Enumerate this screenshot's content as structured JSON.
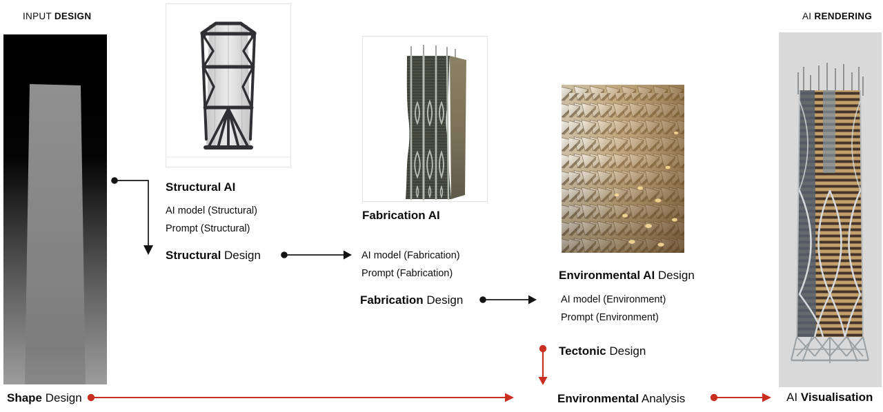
{
  "colors": {
    "arrow_black": "#141414",
    "arrow_red": "#c92f20",
    "text": "#0c0c0c",
    "panel_border": "#e3e3e3",
    "render_bg": "#d9d9d9"
  },
  "header": {
    "input": {
      "regular": "INPUT",
      "bold": "DESIGN"
    },
    "rendering": {
      "regular": "AI",
      "bold": "RENDERING"
    }
  },
  "stages": {
    "shape": {
      "label_bold": "Shape",
      "label_regular": "Design",
      "image": "depth-map-tower-massing"
    },
    "structural": {
      "title": "Structural AI",
      "model": "AI model (Structural)",
      "prompt": "Prompt (Structural)",
      "output_bold": "Structural",
      "output_regular": "Design",
      "image": "structural-exoskeleton-tower"
    },
    "fabrication": {
      "title": "Fabrication AI",
      "model": "AI model (Fabrication)",
      "prompt": "Prompt (Fabrication)",
      "output_bold": "Fabrication",
      "output_regular": "Design",
      "image": "fabrication-branching-facade-tower"
    },
    "environmental": {
      "title_bold": "Environmental AI",
      "title_regular": "Design",
      "model": "AI model (Environment)",
      "prompt": "Prompt (Environment)",
      "tectonic_bold": "Tectonic",
      "tectonic_regular": "Design",
      "analysis_bold": "Environmental",
      "analysis_regular": "Analysis",
      "image": "environmental-facade-fins-closeup"
    },
    "visualisation": {
      "label_regular": "AI",
      "label_bold": "Visualisation",
      "image": "ai-photorealistic-tower-render"
    }
  }
}
